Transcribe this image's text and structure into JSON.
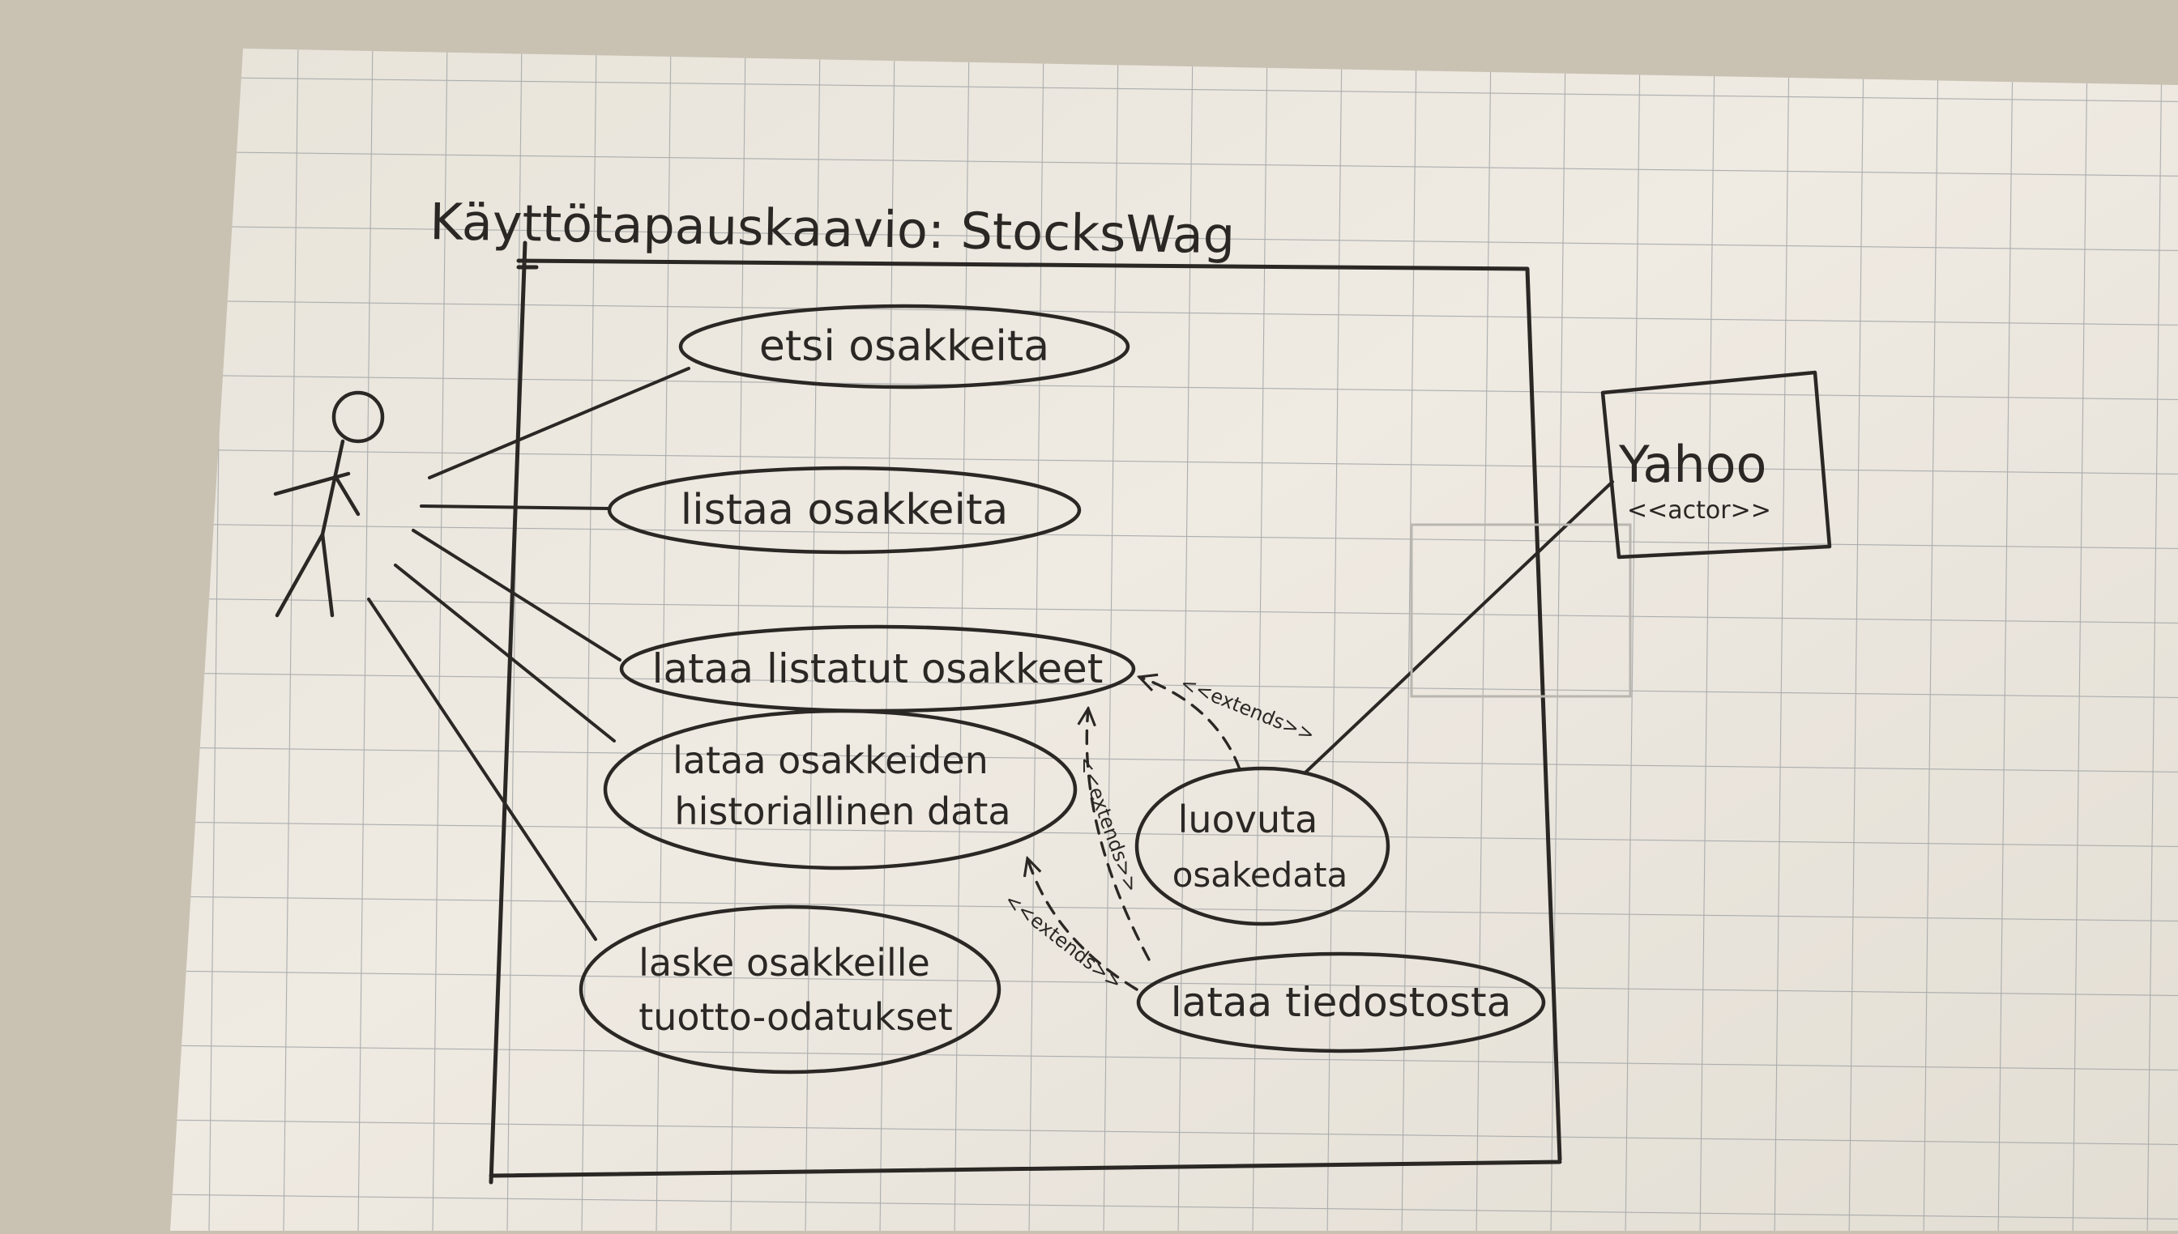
{
  "title": "Käyttötapauskaavio: StocksWag",
  "user_actor": {
    "name": ""
  },
  "external_actor": {
    "name": "Yahoo",
    "stereotype": "<<actor>>"
  },
  "use_cases": [
    {
      "id": "etsi",
      "lines": [
        "etsi osakkeita"
      ]
    },
    {
      "id": "listaa",
      "lines": [
        "listaa osakkeita"
      ]
    },
    {
      "id": "lataa-listatut",
      "lines": [
        "lataa listatut osakkeet"
      ]
    },
    {
      "id": "lataa-historia",
      "lines": [
        "lataa osakkeiden",
        "historiallinen data"
      ]
    },
    {
      "id": "laske",
      "lines": [
        "laske osakkeille",
        "tuotto-odatukset"
      ]
    },
    {
      "id": "luovuta",
      "lines": [
        "luovuta",
        "osakedata"
      ]
    },
    {
      "id": "lataa-tiedosto",
      "lines": [
        "lataa tiedostosta"
      ]
    }
  ],
  "extend_label": "<<extends>>",
  "colors": {
    "ink": "#2a2724",
    "paper": "#ece8e0",
    "grid": "#9fa2a4"
  }
}
